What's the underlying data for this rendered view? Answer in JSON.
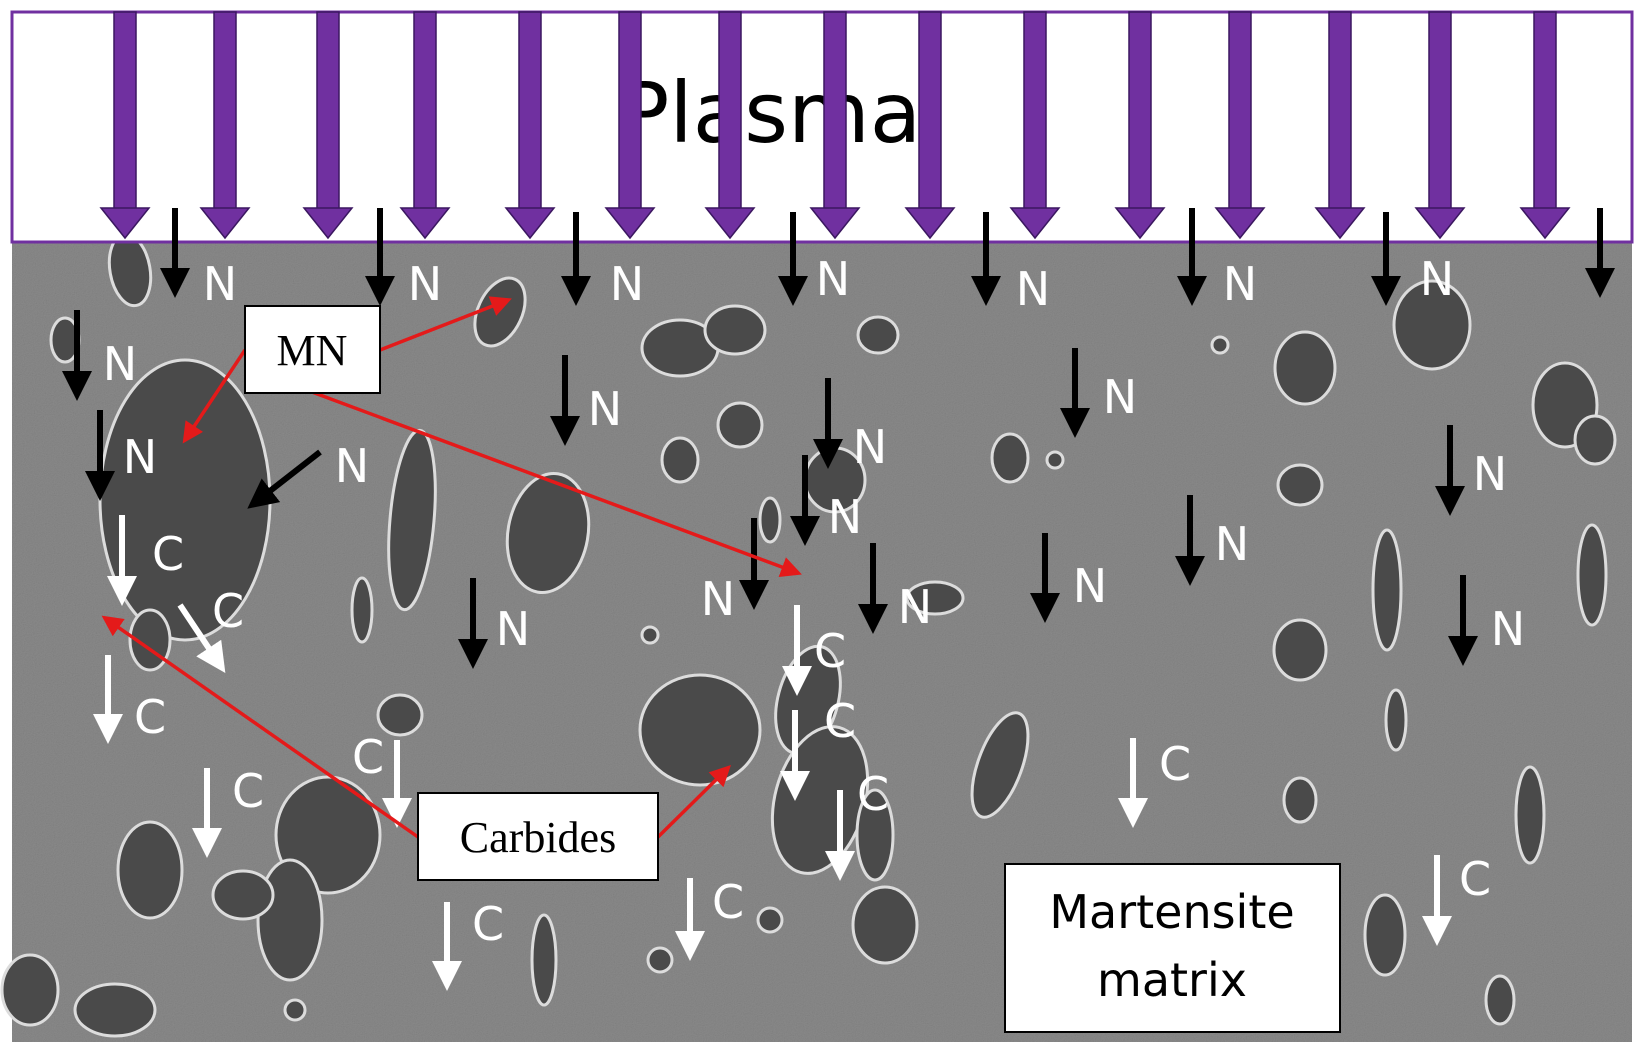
{
  "plasma": {
    "label": "Plasma"
  },
  "labels": {
    "mn": "MN",
    "carbides": "Carbides",
    "martensite_line1": "Martensite",
    "martensite_line2": "matrix",
    "nitrogen": "N",
    "carbon": "C"
  },
  "colors": {
    "plasma_arrow": "#7030a0",
    "plasma_border": "#7030a0",
    "n_arrow": "#000000",
    "n_text": "#ffffff",
    "c_arrow": "#ffffff",
    "pointer_arrow": "#e41a1a",
    "matrix": "#8a8a8a"
  },
  "icons": {
    "plasma_flux": "purple-down-arrow-icon",
    "nitrogen_diffusion": "black-down-arrow-icon",
    "carbon_diffusion": "white-down-arrow-icon",
    "pointer": "red-pointer-arrow-icon"
  }
}
